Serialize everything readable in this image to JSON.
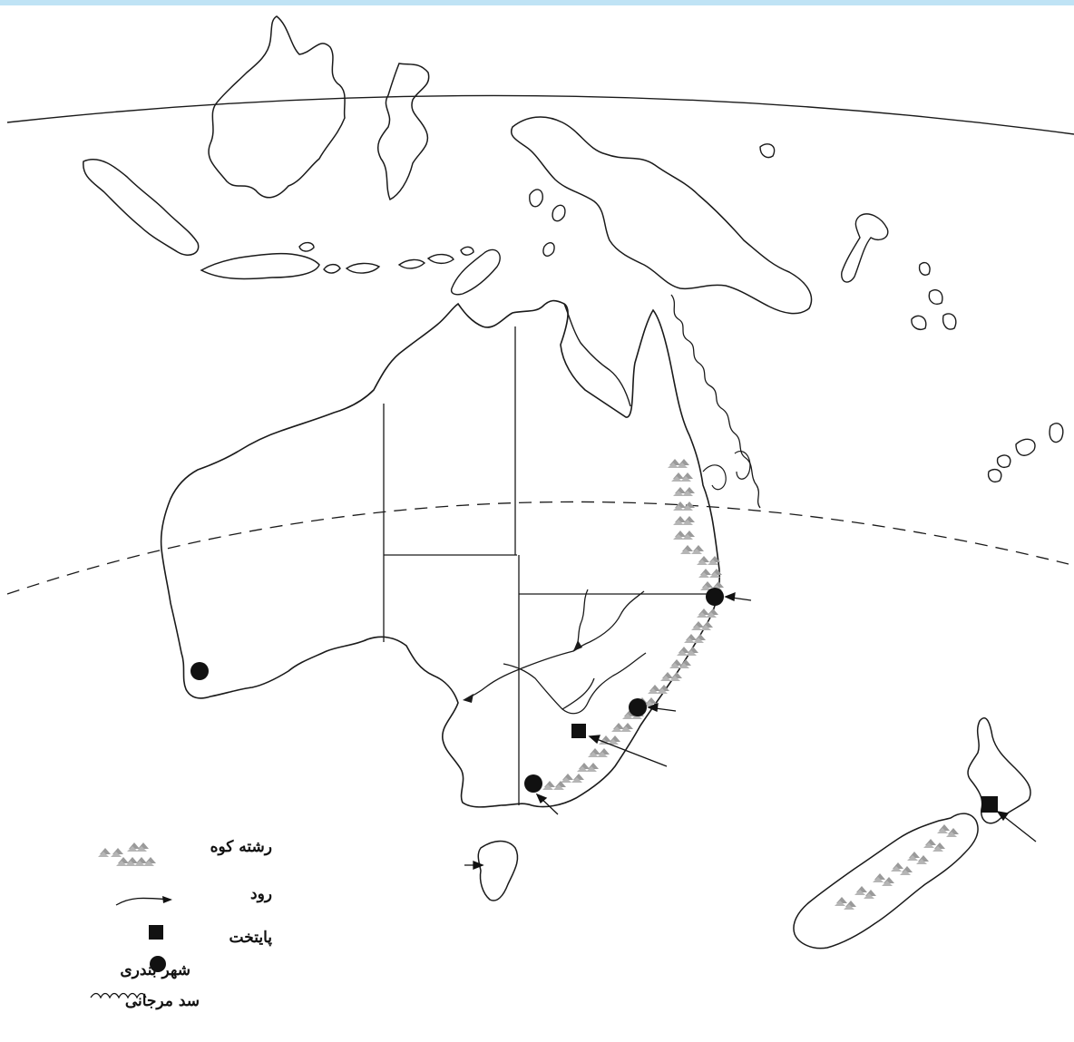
{
  "map": {
    "colors": {
      "top_bar": "#bfe3f5",
      "outline": "#1a1a1a",
      "mountain": "#9a9a9a",
      "marker": "#111111"
    },
    "legend": [
      {
        "symbol": "mountain-range",
        "label": "رشته کوه"
      },
      {
        "symbol": "river-arrow",
        "label": "رود"
      },
      {
        "symbol": "square",
        "label": "پایتخت"
      },
      {
        "symbol": "circle",
        "label": "شهر بندری"
      },
      {
        "symbol": "wavy-line",
        "label": "سد مرجانی"
      }
    ]
  }
}
